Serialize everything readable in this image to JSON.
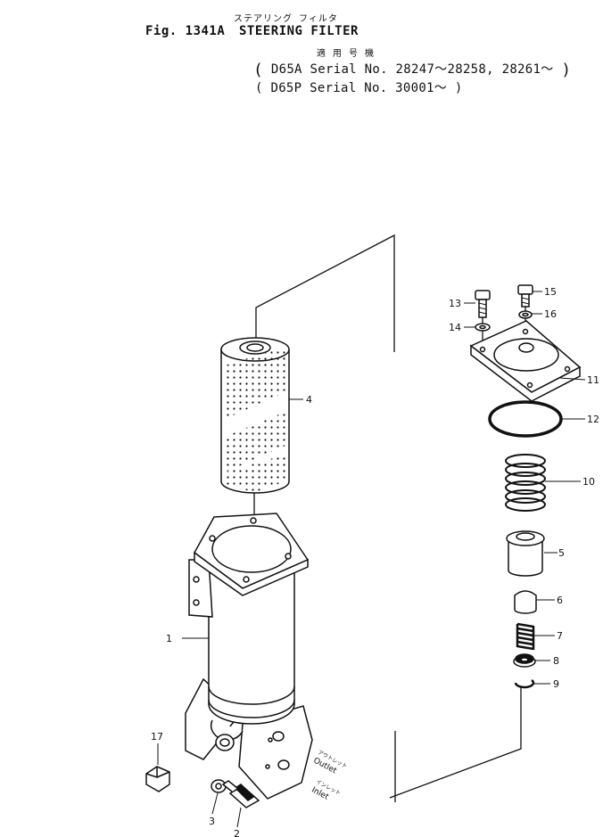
{
  "header": {
    "jp_title": "ステアリング フィルタ",
    "fig_label": "Fig. 1341A",
    "title": "STEERING FILTER",
    "jp_applicable": "適 用 号 機",
    "serials": [
      {
        "model": "D65A",
        "text": "Serial No. 28247～28258, 28261～"
      },
      {
        "model": "D65P",
        "text": "Serial No. 30001～"
      }
    ]
  },
  "parts": [
    {
      "no": "1"
    },
    {
      "no": "2"
    },
    {
      "no": "3"
    },
    {
      "no": "4"
    },
    {
      "no": "5"
    },
    {
      "no": "6"
    },
    {
      "no": "7"
    },
    {
      "no": "8"
    },
    {
      "no": "9"
    },
    {
      "no": "10"
    },
    {
      "no": "11"
    },
    {
      "no": "12"
    },
    {
      "no": "13"
    },
    {
      "no": "14"
    },
    {
      "no": "15"
    },
    {
      "no": "16"
    },
    {
      "no": "17"
    }
  ],
  "ports": {
    "outlet_jp": "アウトレット",
    "outlet": "Outlet",
    "inlet_jp": "インレット",
    "inlet": "Inlet"
  }
}
